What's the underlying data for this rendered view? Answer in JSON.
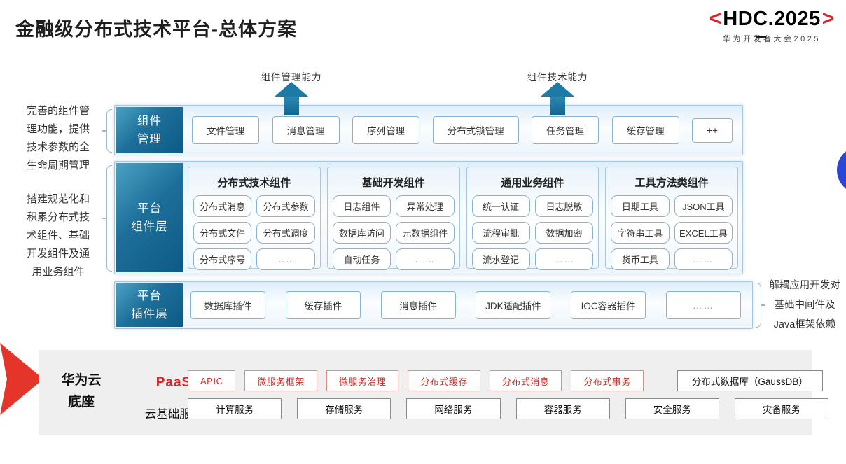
{
  "page": {
    "title": "金融级分布式技术平台-总体方案"
  },
  "logo": {
    "left_bracket": "<",
    "text": "HDC.2025",
    "right_bracket": ">",
    "subtitle": "华为开发者大会2025"
  },
  "notes": {
    "left_top": "完善的组件管\n理功能，提供\n技术参数的全\n生命周期管理",
    "left_bottom": "搭建规范化和\n积累分布式技\n术组件、基础\n开发组件及通\n用业务组件",
    "right": "解耦应用开发对\n基础中间件及\nJava框架依赖"
  },
  "arrows": {
    "management": "组件管理能力",
    "technology": "组件技术能力"
  },
  "rows": {
    "component_management": {
      "label": "组件\n管理",
      "items": [
        "文件管理",
        "消息管理",
        "序列管理",
        "分布式锁管理",
        "任务管理",
        "缓存管理",
        "++"
      ]
    },
    "platform_components": {
      "label": "平台\n组件层",
      "groups": [
        {
          "title": "分布式技术组件",
          "items": [
            "分布式消息",
            "分布式参数",
            "分布式文件",
            "分布式调度",
            "分布式序号",
            "……"
          ]
        },
        {
          "title": "基础开发组件",
          "items": [
            "日志组件",
            "异常处理",
            "数据库访问",
            "元数据组件",
            "自动任务",
            "……"
          ]
        },
        {
          "title": "通用业务组件",
          "items": [
            "统一认证",
            "日志脱敏",
            "流程审批",
            "数据加密",
            "流水登记",
            "……"
          ]
        },
        {
          "title": "工具方法类组件",
          "items": [
            "日期工具",
            "JSON工具",
            "字符串工具",
            "EXCEL工具",
            "货币工具",
            "……"
          ]
        }
      ]
    },
    "platform_plugins": {
      "label": "平台\n插件层",
      "items": [
        "数据库插件",
        "缓存插件",
        "消息插件",
        "JDK适配插件",
        "IOC容器插件",
        "……"
      ]
    }
  },
  "foundation": {
    "label": "华为云\n底座",
    "paas": {
      "label": "PaaS",
      "items": [
        "APIC",
        "微服务框架",
        "微服务治理",
        "分布式缓存",
        "分布式消息",
        "分布式事务"
      ],
      "neutral_item": "分布式数据库（GaussDB）"
    },
    "cloud": {
      "label": "云基础服务",
      "items": [
        "计算服务",
        "存储服务",
        "网络服务",
        "容器服务",
        "安全服务",
        "灾备服务"
      ]
    }
  },
  "colors": {
    "layer_label_teal_dark": "#0d5a85",
    "layer_label_teal_light": "#4aa2c4",
    "arrow_teal": "#1d7aa6",
    "row_border_blue": "#a5c7e0",
    "chip_border_blue": "#86b4d6",
    "brand_red": "#d8232a",
    "chevron_red": "#e5352b",
    "paas_text_red": "#c9302c",
    "circle_blue": "#2a46d4",
    "foundation_gray": "#efefef"
  }
}
